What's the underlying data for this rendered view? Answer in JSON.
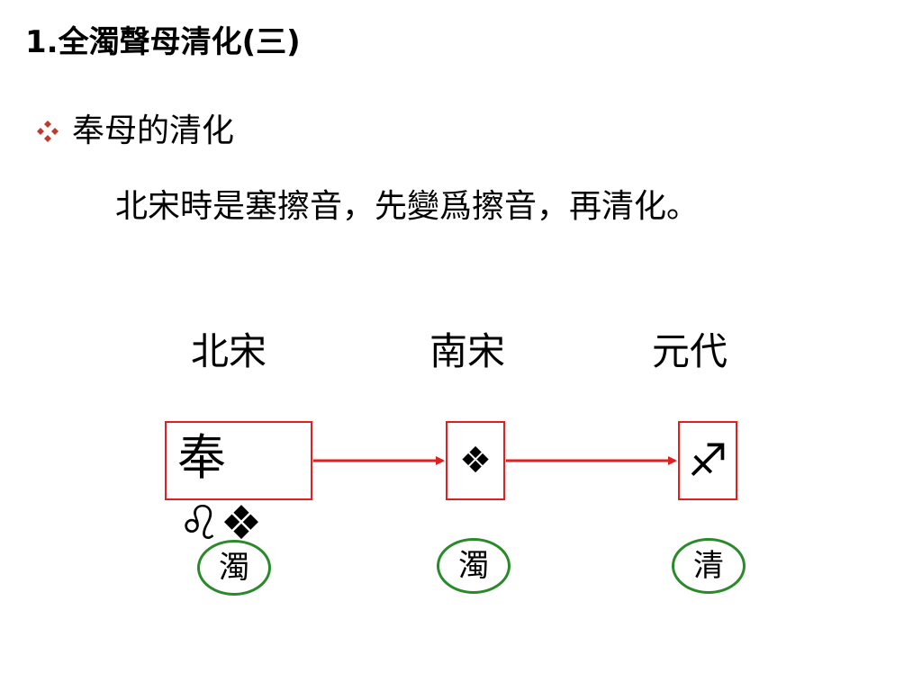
{
  "title": "1.全濁聲母清化(三)",
  "bullet": {
    "icon": "diamond-bullet-icon",
    "icon_color": "#c0392b",
    "text": "奉母的清化"
  },
  "description": "北宋時是塞擦音，先變爲擦音，再清化。",
  "eras": [
    "北宋",
    "南宋",
    "元代"
  ],
  "boxes": [
    {
      "char": "奉",
      "glyph": ""
    },
    {
      "char": "",
      "glyph": "❖"
    },
    {
      "char": "",
      "glyph": "♐"
    }
  ],
  "overflow_glyphs": "♌❖",
  "voicing": [
    "濁",
    "濁",
    "清"
  ],
  "colors": {
    "box_border": "#e02020",
    "arrow": "#e02020",
    "circle_border": "#2a8a2a"
  }
}
